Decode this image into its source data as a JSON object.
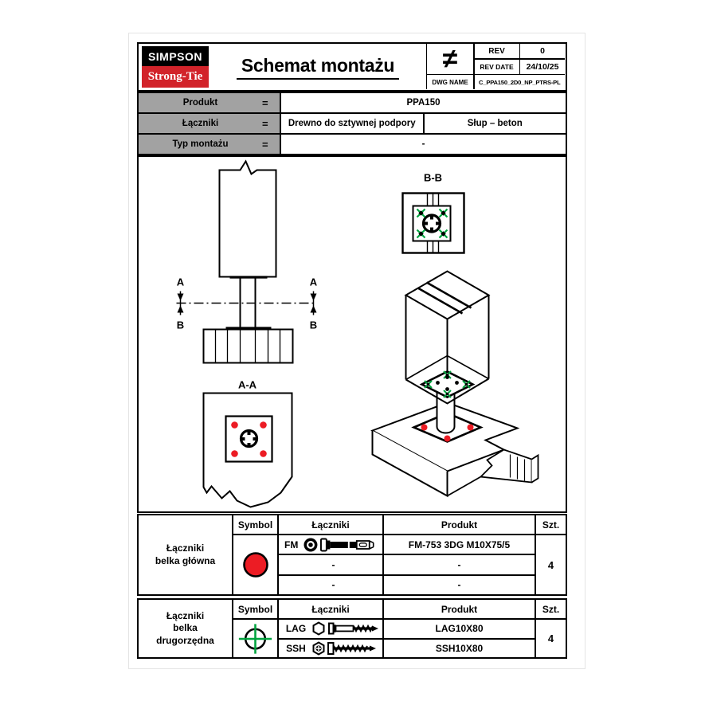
{
  "title_block": {
    "logo_top": "SIMPSON",
    "logo_bottom": "Strong-Tie",
    "title": "Schemat montażu",
    "symbol": "≠",
    "rev": {
      "label": "REV",
      "value": "0"
    },
    "rev_date": {
      "label": "REV DATE",
      "value": "24/10/25"
    },
    "dwg": {
      "label": "DWG NAME",
      "value": "C_PPA150_2D0_NP_PTRS-PL"
    }
  },
  "specs": [
    {
      "label": "Produkt",
      "eq": "=",
      "values": [
        "PPA150"
      ]
    },
    {
      "label": "Łączniki",
      "eq": "=",
      "values": [
        "Drewno do sztywnej podpory",
        "Słup – beton"
      ]
    },
    {
      "label": "Typ montażu",
      "eq": "=",
      "values": [
        "-"
      ]
    }
  ],
  "drawing": {
    "section_aa_label": "A-A",
    "section_bb_label": "B-B",
    "marker_a": "A",
    "marker_b": "B",
    "colors": {
      "fastener_red": "#EC1C24",
      "fastener_green": "#00A33E"
    }
  },
  "fastener_tables": [
    {
      "group_lines": [
        "Łączniki",
        "belka główna"
      ],
      "headers": {
        "symbol": "Symbol",
        "fasteners": "Łączniki",
        "product": "Produkt",
        "qty": "Szt."
      },
      "symbol_icon": "red-circle",
      "rows": [
        {
          "code": "FM",
          "icon": "fm-anchor",
          "product": "FM-753 3DG M10X75/5"
        },
        {
          "code": "-",
          "icon": "",
          "product": "-"
        },
        {
          "code": "-",
          "icon": "",
          "product": "-"
        }
      ],
      "qty": "4"
    },
    {
      "group_lines": [
        "Łączniki",
        "belka",
        "drugorzędna"
      ],
      "headers": {
        "symbol": "Symbol",
        "fasteners": "Łączniki",
        "product": "Produkt",
        "qty": "Szt."
      },
      "symbol_icon": "green-crosshair",
      "rows": [
        {
          "code": "LAG",
          "icon": "lag-screw",
          "product": "LAG10X80"
        },
        {
          "code": "SSH",
          "icon": "ssh-screw",
          "product": "SSH10X80"
        }
      ],
      "qty": "4"
    }
  ]
}
